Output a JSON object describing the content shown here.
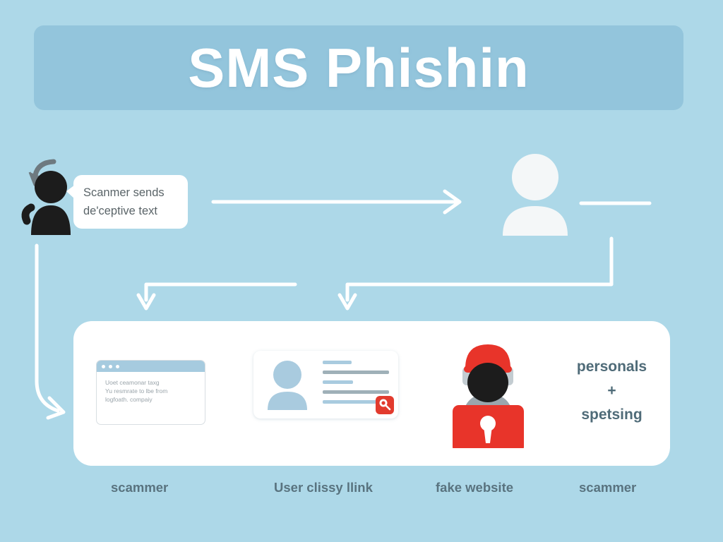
{
  "page": {
    "background_color": "#ADD8E8",
    "panel_color": "#FFFFFF"
  },
  "header": {
    "title": "SMS Phishin",
    "banner_color": "#93C5DC",
    "title_color": "#FFFFFF"
  },
  "flow": {
    "scammer": {
      "icon": "person-silhouette-icon",
      "color": "#1C1C1C"
    },
    "speech_bubble": {
      "line1": "Scanmer sends",
      "line2": "de'ceptive text"
    },
    "user": {
      "icon": "user-avatar-icon",
      "color": "#F4F7F8"
    },
    "arrow_color": "#FFFFFF"
  },
  "panel": {
    "browser_card": {
      "title_bar_color": "#A6CBDF",
      "dots": 3,
      "line1": "Uoet ceamonar taxg",
      "line2": "Yu resmrate to lbe from",
      "line3": "logfoath. compaiy"
    },
    "id_card": {
      "avatar_icon": "user-avatar-icon",
      "avatar_color": "#A9CBDF",
      "badge_icon": "alert-badge-icon",
      "badge_color": "#E23B2E",
      "text_lines": 5
    },
    "hacker": {
      "icon": "hacker-with-lock-icon",
      "cap_color": "#E8342A",
      "face_color": "#1C1C1C",
      "lock_color": "#E8342A"
    },
    "right_text": {
      "line1": "personals",
      "line2": "+",
      "line3": "spetsing",
      "color": "#4F6B78"
    }
  },
  "captions": [
    {
      "label": "scammer"
    },
    {
      "label": "User clissy llink"
    },
    {
      "label": "fake website"
    },
    {
      "label": "scammer"
    }
  ]
}
